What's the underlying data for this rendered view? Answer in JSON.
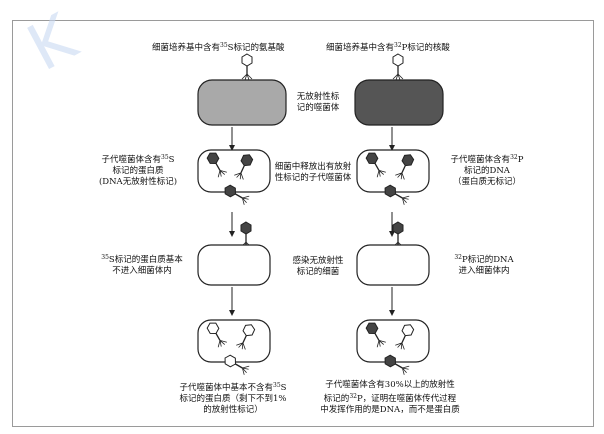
{
  "watermark": "K",
  "left": {
    "title": "细菌培养基中含有",
    "title_sup": "35",
    "title_suffix": "S标记的氨基酸",
    "step2_line1_a": "子代噬菌体含有",
    "step2_line1_sup": "35",
    "step2_line1_b": "S",
    "step2_line2": "标记的蛋白质",
    "step2_line3": "(DNA无放射性标记)",
    "step3_line1_sup": "35",
    "step3_line1": "S标记的蛋白质基本",
    "step3_line2": "不进入细菌体内",
    "result_line1_a": "子代噬菌体中基本不含有",
    "result_line1_sup": "35",
    "result_line1_b": "S",
    "result_line2": "标记的蛋白质（剩下不到1%",
    "result_line3": "的放射性标记）"
  },
  "right": {
    "title": "细菌培养基中含有",
    "title_sup": "32",
    "title_suffix": "P标记的核酸",
    "step2_line1_a": "子代噬菌体含有",
    "step2_line1_sup": "32",
    "step2_line1_b": "P",
    "step2_line2": "标记的DNA",
    "step2_line3": "（蛋白质无标记）",
    "step3_line1_sup": "32",
    "step3_line1": "P标记的DNA",
    "step3_line2": "进入细菌体内",
    "result_line1": "子代噬菌体含有30%以上的放射性",
    "result_line2_a": "标记的",
    "result_line2_sup": "32",
    "result_line2_b": "P，证明在噬菌体传代过程",
    "result_line3": "中发挥作用的是DNA，而不是蛋白质"
  },
  "center": {
    "label1_line1": "无放射性标",
    "label1_line2": "记的噬菌体",
    "label2_line1": "细菌中释放出有放射",
    "label2_line2": "性标记的子代噬菌体",
    "label3_line1": "感染无放射性",
    "label3_line2": "标记的细菌"
  },
  "colors": {
    "left_bacterium": "#a9a9a9",
    "right_bacterium": "#555555",
    "line": "#222222"
  }
}
